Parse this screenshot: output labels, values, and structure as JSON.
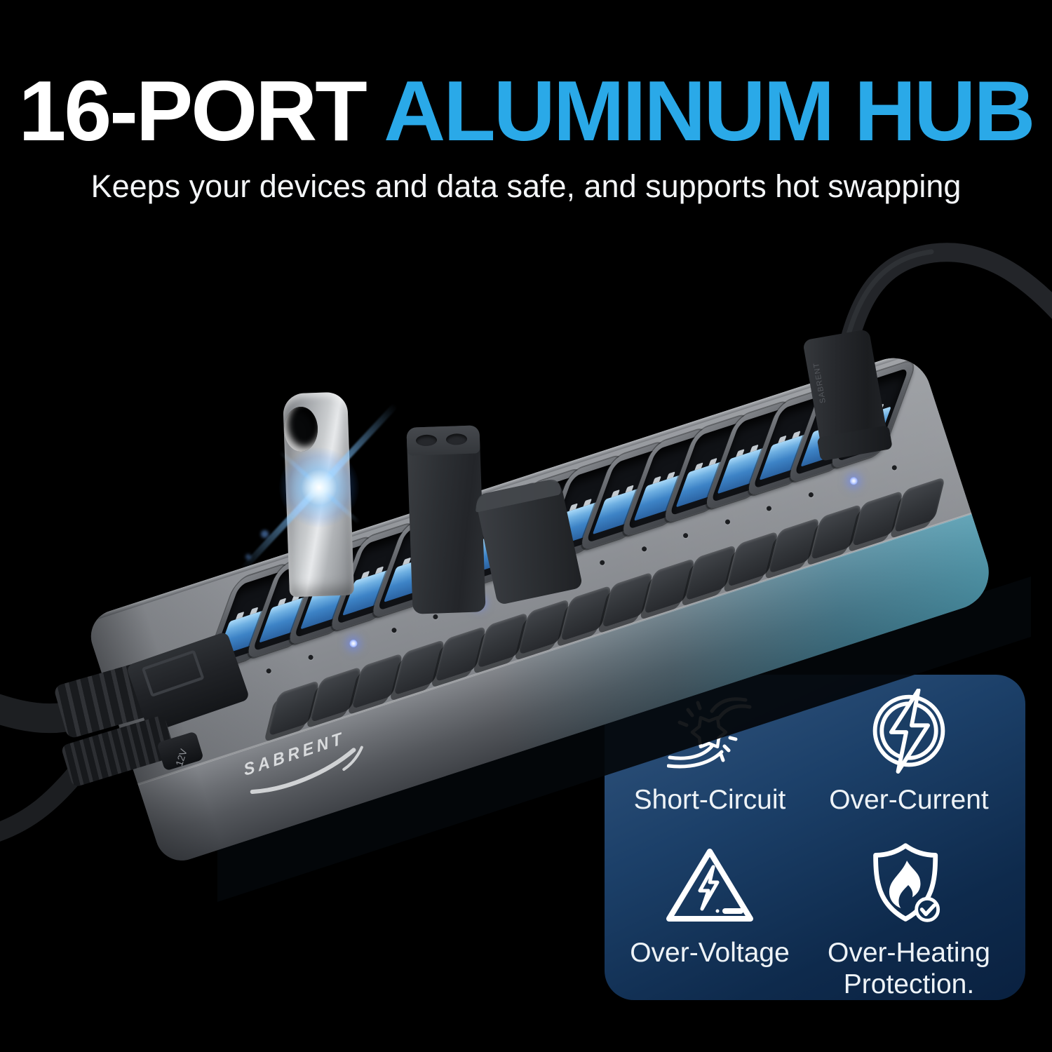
{
  "title": {
    "white": "16-PORT ",
    "blue": "ALUMINUM HUB"
  },
  "subtitle": "Keeps your devices and data safe, and supports hot swapping",
  "brand": {
    "logo_text": "SABRENT",
    "plug_text": "SABRENT",
    "power_label": "12V"
  },
  "colors": {
    "accent_blue": "#2aa9e8",
    "panel_top": "#33567f",
    "panel_bottom": "#0a2140",
    "led_blue": "#8fa8f8",
    "usb_tongue_blue": "#3d83c6"
  },
  "hub": {
    "port_count": 16,
    "switch_count": 16,
    "occupied_slots": [
      3,
      6,
      8,
      15
    ],
    "lit_led_slots": [
      3,
      6,
      8,
      15
    ]
  },
  "features": [
    {
      "label": "Short-Circuit",
      "icon": "short-circuit-icon"
    },
    {
      "label": "Over-Current",
      "icon": "over-current-icon"
    },
    {
      "label": "Over-Voltage",
      "icon": "over-voltage-icon"
    },
    {
      "label": "Over-Heating Protection.",
      "icon": "over-heating-icon"
    }
  ]
}
